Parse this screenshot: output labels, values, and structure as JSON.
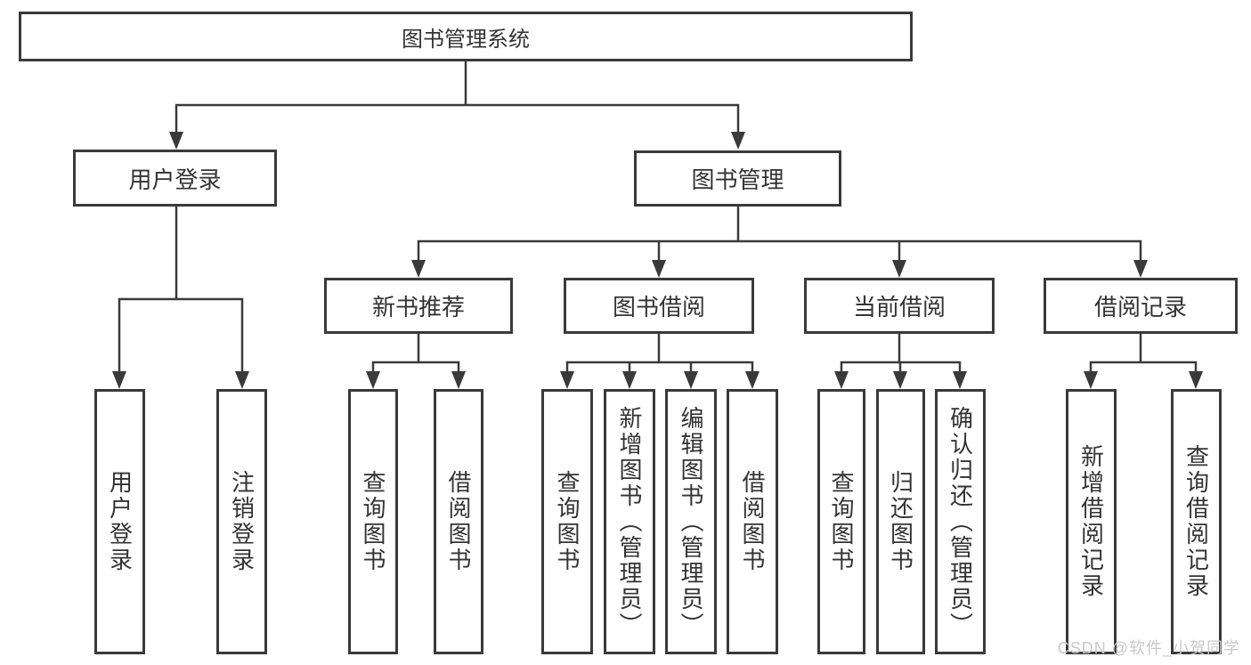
{
  "tree": {
    "label": "图书管理系统",
    "children": [
      {
        "label": "用户登录",
        "children": [
          {
            "label": "用户登录"
          },
          {
            "label": "注销登录"
          }
        ]
      },
      {
        "label": "图书管理",
        "children": [
          {
            "label": "新书推荐",
            "children": [
              {
                "label": "查询图书"
              },
              {
                "label": "借阅图书"
              }
            ]
          },
          {
            "label": "图书借阅",
            "children": [
              {
                "label": "查询图书"
              },
              {
                "label": "新增图书（管理员）"
              },
              {
                "label": "编辑图书（管理员）"
              },
              {
                "label": "借阅图书"
              }
            ]
          },
          {
            "label": "当前借阅",
            "children": [
              {
                "label": "查询图书"
              },
              {
                "label": "归还图书"
              },
              {
                "label": "确认归还（管理员）"
              }
            ]
          },
          {
            "label": "借阅记录",
            "children": [
              {
                "label": "新增借阅记录"
              },
              {
                "label": "查询借阅记录"
              }
            ]
          }
        ]
      }
    ]
  },
  "watermark": {
    "text": "CSDN @软件_小贺同学"
  },
  "colors": {
    "line": "#3a3a3a",
    "box_border": "#3a3a3a",
    "box_fill": "#ffffff",
    "text": "#333333",
    "watermark": "#c8c8c8",
    "background": "#ffffff"
  }
}
